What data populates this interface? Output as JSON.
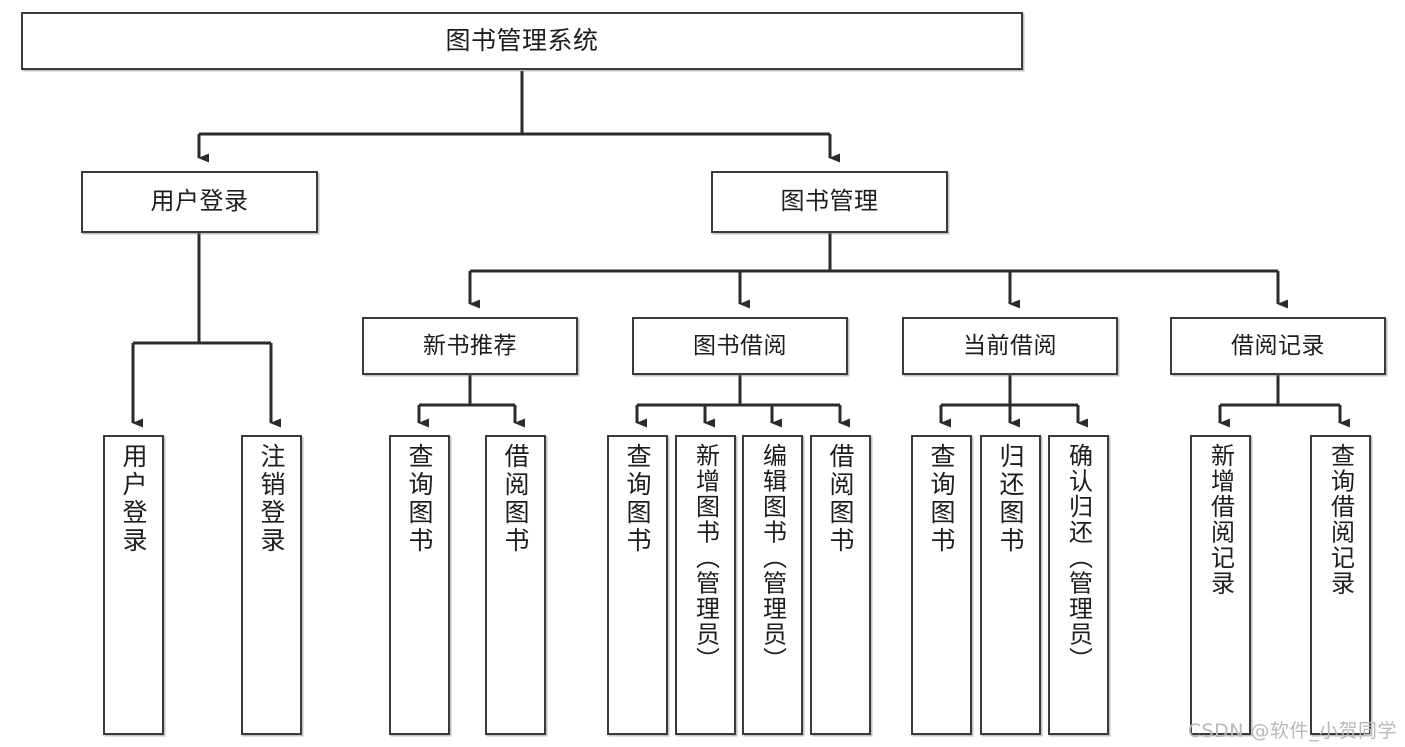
{
  "diagram": {
    "title": "图书管理系统",
    "watermark": "CSDN @软件_小贺同学",
    "colors": {
      "box_border": "#3a3a3a",
      "box_fill": "#ffffff",
      "line": "#2b2b2b",
      "text": "#1d1d1d",
      "watermark": "#b9b9b9"
    },
    "root": {
      "label": "图书管理系统"
    },
    "level2": [
      {
        "label": "用户登录"
      },
      {
        "label": "图书管理"
      }
    ],
    "level3": [
      {
        "label": "新书推荐"
      },
      {
        "label": "图书借阅"
      },
      {
        "label": "当前借阅"
      },
      {
        "label": "借阅记录"
      }
    ],
    "leaves": {
      "user_login": [
        {
          "label": "用户登录"
        },
        {
          "label": "注销登录"
        }
      ],
      "new_book_recommend": [
        {
          "label": "查询图书"
        },
        {
          "label": "借阅图书"
        }
      ],
      "book_borrow": [
        {
          "label": "查询图书"
        },
        {
          "label": "新增图书（管理员）"
        },
        {
          "label": "编辑图书（管理员）"
        },
        {
          "label": "借阅图书"
        }
      ],
      "current_borrow": [
        {
          "label": "查询图书"
        },
        {
          "label": "归还图书"
        },
        {
          "label": "确认归还（管理员）"
        }
      ],
      "borrow_record": [
        {
          "label": "新增借阅记录"
        },
        {
          "label": "查询借阅记录"
        }
      ]
    }
  }
}
